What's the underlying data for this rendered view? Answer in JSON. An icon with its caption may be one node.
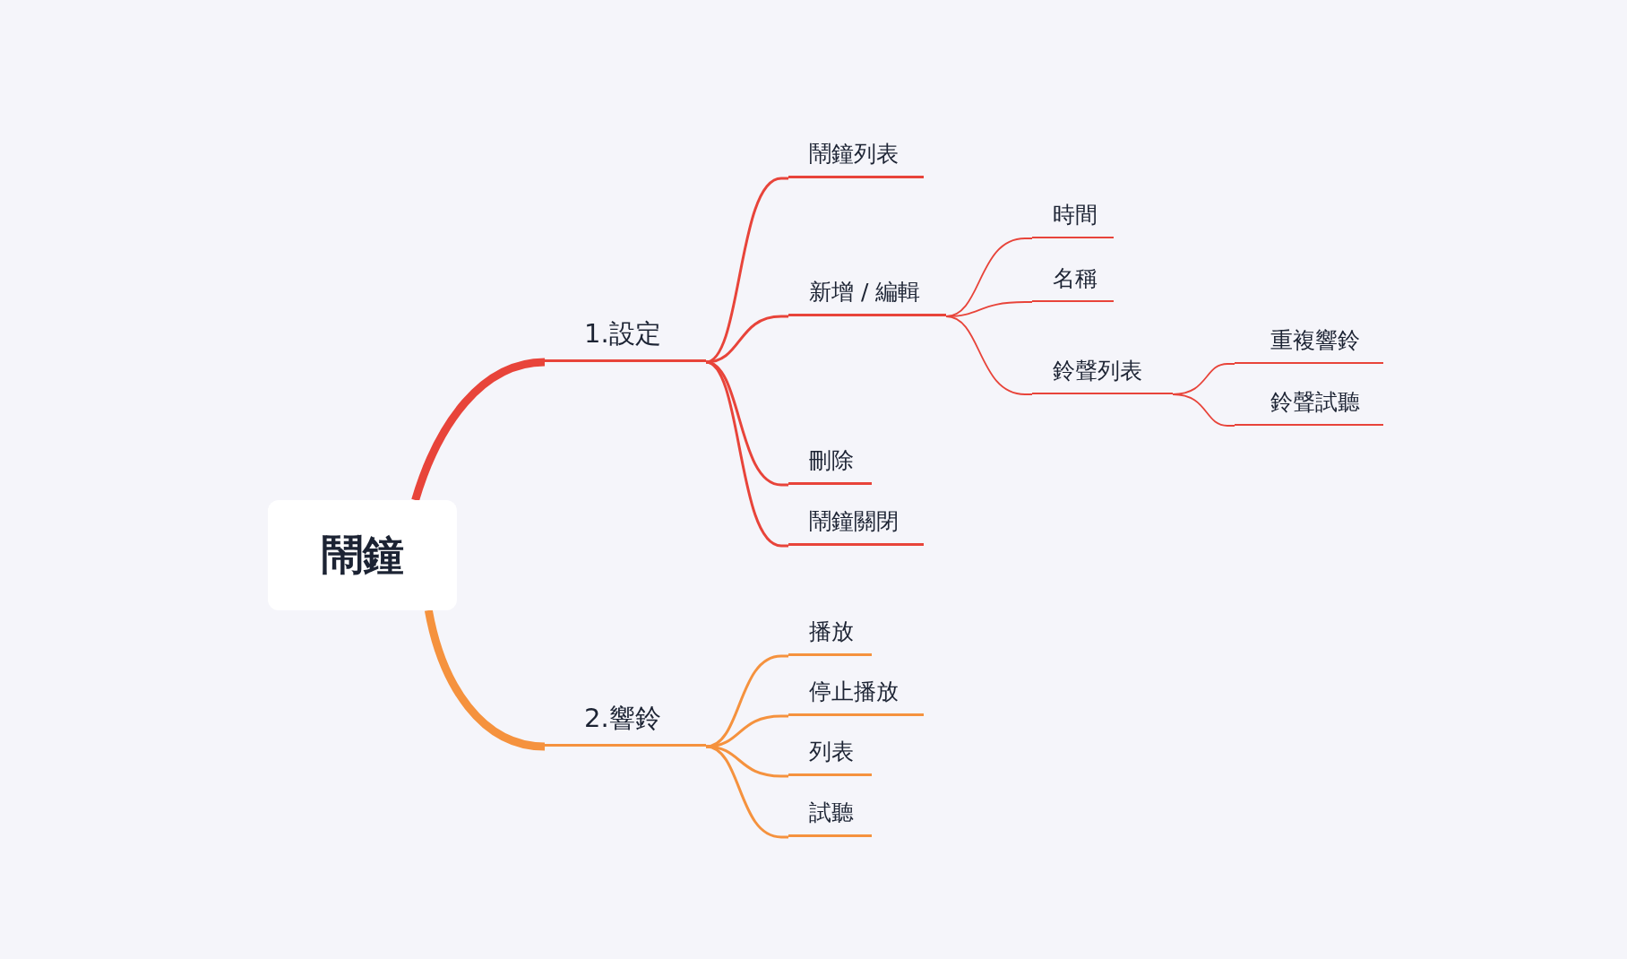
{
  "diagram": {
    "nodes": [
      {
        "text": [
          "鬧鐘"
        ]
      },
      {
        "text": [
          "1.設定"
        ]
      },
      {
        "text": [
          "鬧鐘列表"
        ]
      },
      {
        "text": [
          "新增 / 編輯"
        ]
      },
      {
        "text": [
          "時間"
        ]
      },
      {
        "text": [
          "名稱"
        ]
      },
      {
        "text": [
          "鈴聲列表"
        ]
      },
      {
        "text": [
          "重複響鈴"
        ]
      },
      {
        "text": [
          "鈴聲試聽"
        ]
      },
      {
        "text": [
          "刪除"
        ]
      },
      {
        "text": [
          "鬧鐘關閉"
        ]
      },
      {
        "text": [
          "2.響鈴"
        ]
      },
      {
        "text": [
          "播放"
        ]
      },
      {
        "text": [
          "停止播放"
        ]
      },
      {
        "text": [
          "列表"
        ]
      },
      {
        "text": [
          "試聽"
        ]
      }
    ],
    "edges": [
      {
        "from": 0,
        "to": 1,
        "arrow": "none",
        "style": "thick"
      },
      {
        "from": 1,
        "to": 2,
        "arrow": "none"
      },
      {
        "from": 1,
        "to": 3,
        "arrow": "none"
      },
      {
        "from": 3,
        "to": 4,
        "arrow": "none"
      },
      {
        "from": 3,
        "to": 5,
        "arrow": "none"
      },
      {
        "from": 3,
        "to": 6,
        "arrow": "none"
      },
      {
        "from": 6,
        "to": 7,
        "arrow": "none"
      },
      {
        "from": 6,
        "to": 8,
        "arrow": "none"
      },
      {
        "from": 1,
        "to": 9,
        "arrow": "none"
      },
      {
        "from": 1,
        "to": 10,
        "arrow": "none"
      },
      {
        "from": 0,
        "to": 11,
        "arrow": "none",
        "style": "thick",
        "color": "#f5923e"
      },
      {
        "from": 11,
        "to": 12,
        "arrow": "none",
        "color": "#f5923e"
      },
      {
        "from": 11,
        "to": 13,
        "arrow": "none",
        "color": "#f5923e"
      },
      {
        "from": 11,
        "to": 14,
        "arrow": "none",
        "color": "#f5923e"
      },
      {
        "from": 11,
        "to": 15,
        "arrow": "none",
        "color": "#f5923e"
      }
    ]
  }
}
